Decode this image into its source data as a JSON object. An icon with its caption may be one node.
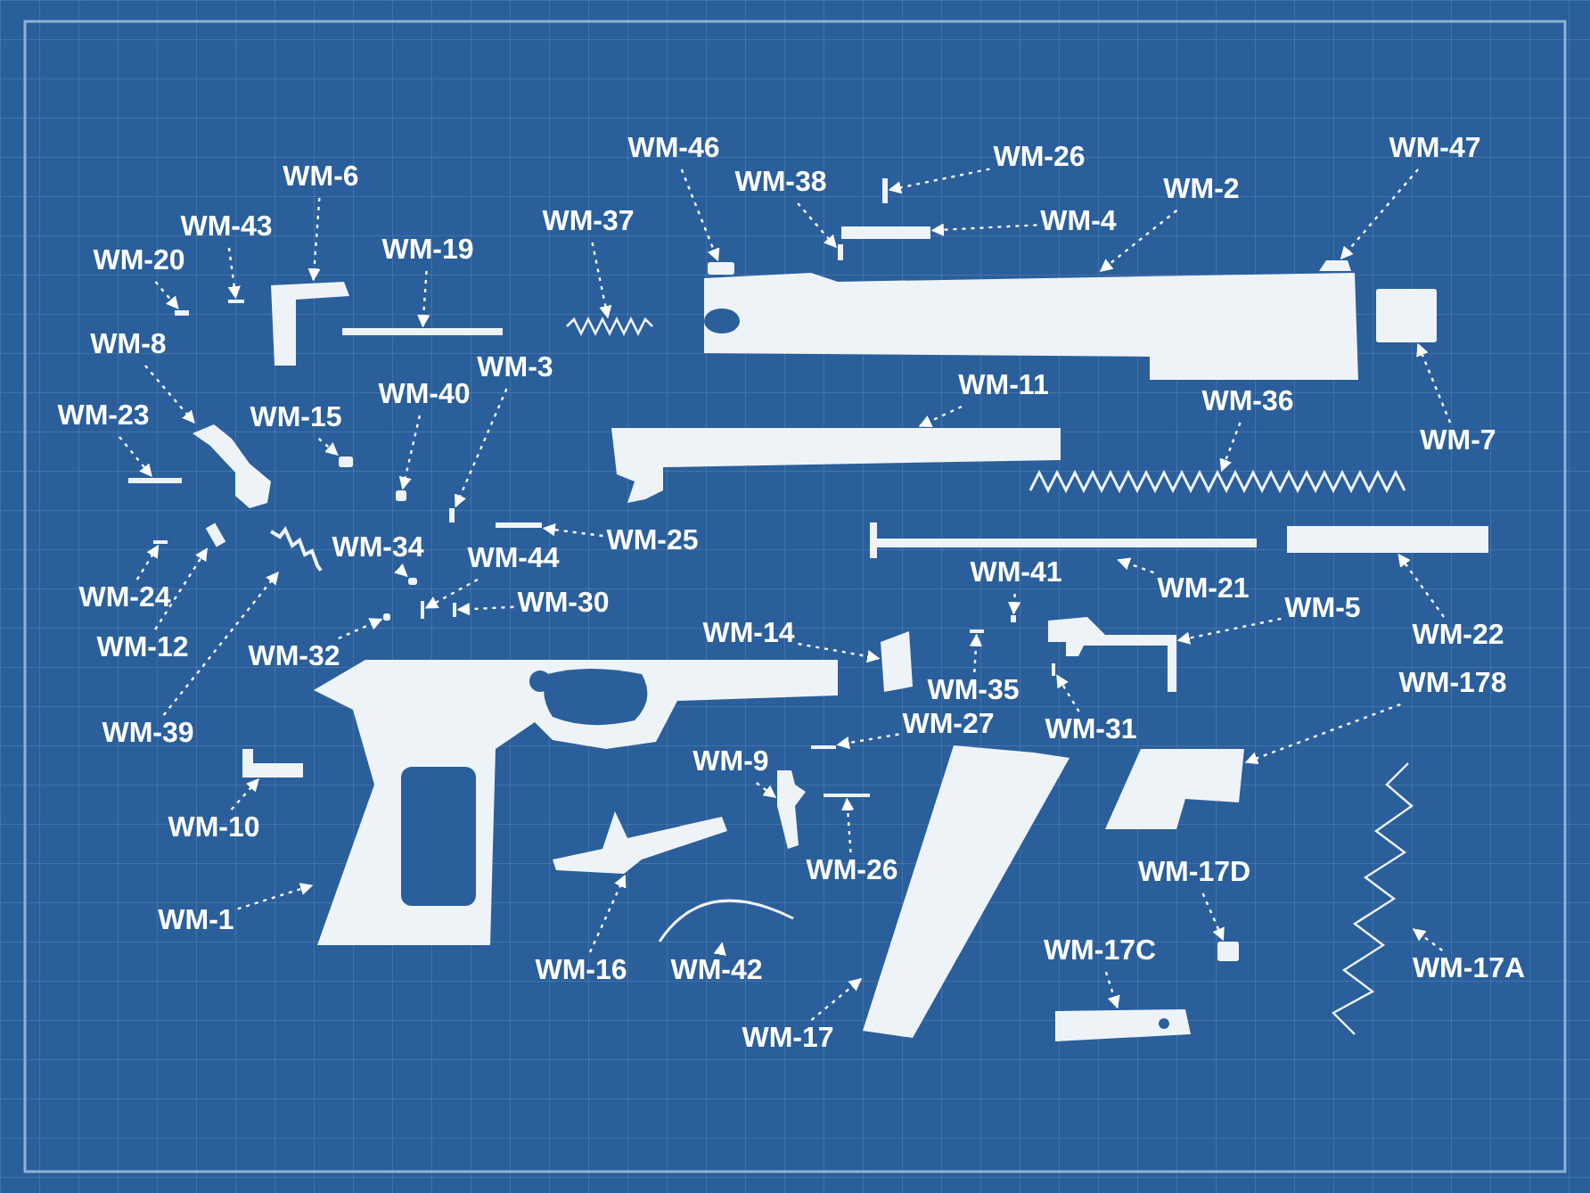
{
  "diagram": {
    "nodes": [
      {
        "text": [
          "WM-46"
        ]
      },
      {
        "text": [
          "WM-26"
        ]
      },
      {
        "text": [
          "WM-38"
        ]
      },
      {
        "text": [
          "WM-4"
        ]
      },
      {
        "text": [
          "WM-2"
        ]
      },
      {
        "text": [
          "WM-47"
        ]
      },
      {
        "text": [
          "WM-6"
        ]
      },
      {
        "text": [
          "WM-43"
        ]
      },
      {
        "text": [
          "WM-20"
        ]
      },
      {
        "text": [
          "WM-19"
        ]
      },
      {
        "text": [
          "WM-37"
        ]
      },
      {
        "text": [
          "WM-8"
        ]
      },
      {
        "text": [
          "WM-23"
        ]
      },
      {
        "text": [
          "WM-15"
        ]
      },
      {
        "text": [
          "WM-40"
        ]
      },
      {
        "text": [
          "WM-3"
        ]
      },
      {
        "text": [
          "WM-11"
        ]
      },
      {
        "text": [
          "WM-36"
        ]
      },
      {
        "text": [
          "WM-7"
        ]
      },
      {
        "text": [
          "WM-25"
        ]
      },
      {
        "text": [
          "WM-24"
        ]
      },
      {
        "text": [
          "WM-12"
        ]
      },
      {
        "text": [
          "WM-39"
        ]
      },
      {
        "text": [
          "WM-34"
        ]
      },
      {
        "text": [
          "WM-44"
        ]
      },
      {
        "text": [
          "WM-30"
        ]
      },
      {
        "text": [
          "WM-32"
        ]
      },
      {
        "text": [
          "WM-21"
        ]
      },
      {
        "text": [
          "WM-41"
        ]
      },
      {
        "text": [
          "WM-5"
        ]
      },
      {
        "text": [
          "WM-22"
        ]
      },
      {
        "text": [
          "WM-14"
        ]
      },
      {
        "text": [
          "WM-35"
        ]
      },
      {
        "text": [
          "WM-31"
        ]
      },
      {
        "text": [
          "WM-27"
        ]
      },
      {
        "text": [
          "WM-178"
        ]
      },
      {
        "text": [
          "WM-9"
        ]
      },
      {
        "text": [
          "WM-10"
        ]
      },
      {
        "text": [
          "WM-26"
        ]
      },
      {
        "text": [
          "WM-1"
        ]
      },
      {
        "text": [
          "WM-17D"
        ]
      },
      {
        "text": [
          "WM-16"
        ]
      },
      {
        "text": [
          "WM-42"
        ]
      },
      {
        "text": [
          "WM-17C"
        ]
      },
      {
        "text": [
          "WM-17A"
        ]
      },
      {
        "text": [
          "WM-17"
        ]
      },
      {
        "text": [],
        "shape": "box"
      },
      {
        "text": [],
        "shape": "bar"
      },
      {
        "text": [],
        "shape": "bar"
      },
      {
        "text": [],
        "shape": "bar"
      },
      {
        "text": [],
        "shape": "picture"
      },
      {
        "text": [],
        "shape": "picture"
      },
      {
        "text": [],
        "shape": "picture"
      },
      {
        "text": [],
        "shape": "bar"
      },
      {
        "text": [],
        "shape": "bar"
      },
      {
        "text": [],
        "shape": "bar"
      },
      {
        "text": [],
        "shape": "picture"
      },
      {
        "text": [],
        "shape": "picture"
      },
      {
        "text": [],
        "shape": "bar"
      },
      {
        "text": [],
        "shape": "box"
      },
      {
        "text": [],
        "shape": "box"
      },
      {
        "text": [],
        "shape": "bar"
      },
      {
        "text": [],
        "shape": "picture"
      },
      {
        "text": [],
        "shape": "picture"
      },
      {
        "text": [],
        "shape": "box"
      },
      {
        "text": [],
        "shape": "bar"
      },
      {
        "text": [],
        "shape": "bar"
      },
      {
        "text": [],
        "shape": "bar"
      },
      {
        "text": [],
        "shape": "picture"
      },
      {
        "text": [],
        "shape": "box"
      },
      {
        "text": [],
        "shape": "bar"
      },
      {
        "text": [],
        "shape": "bar"
      },
      {
        "text": [],
        "shape": "box"
      },
      {
        "text": [],
        "shape": "picture"
      },
      {
        "text": [],
        "shape": "bar"
      },
      {
        "text": [],
        "shape": "picture"
      },
      {
        "text": [],
        "shape": "bar"
      },
      {
        "text": [],
        "shape": "picture"
      },
      {
        "text": [],
        "shape": "bar"
      },
      {
        "text": [],
        "shape": "bar"
      },
      {
        "text": [],
        "shape": "bar"
      },
      {
        "text": [],
        "shape": "picture"
      },
      {
        "text": [],
        "shape": "picture"
      },
      {
        "text": [],
        "shape": "picture"
      },
      {
        "text": [],
        "shape": "bar"
      },
      {
        "text": [],
        "shape": "picture"
      },
      {
        "text": [],
        "shape": "box"
      },
      {
        "text": [],
        "shape": "picture"
      },
      {
        "text": [],
        "shape": "picture"
      },
      {
        "text": [],
        "shape": "picture"
      },
      {
        "text": [],
        "shape": "picture"
      },
      {
        "text": [],
        "shape": "picture"
      }
    ],
    "edges": [
      {
        "from": 0,
        "to": 46,
        "arrow": "to"
      },
      {
        "from": 1,
        "to": 47,
        "arrow": "to"
      },
      {
        "from": 2,
        "to": 48,
        "arrow": "to"
      },
      {
        "from": 3,
        "to": 49,
        "arrow": "to"
      },
      {
        "from": 4,
        "to": 50,
        "arrow": "to"
      },
      {
        "from": 5,
        "to": 51,
        "arrow": "to"
      },
      {
        "from": 6,
        "to": 52,
        "arrow": "to"
      },
      {
        "from": 7,
        "to": 53,
        "arrow": "to"
      },
      {
        "from": 8,
        "to": 54,
        "arrow": "to"
      },
      {
        "from": 9,
        "to": 55,
        "arrow": "to"
      },
      {
        "from": 10,
        "to": 56,
        "arrow": "to"
      },
      {
        "from": 11,
        "to": 57,
        "arrow": "to"
      },
      {
        "from": 12,
        "to": 58,
        "arrow": "to"
      },
      {
        "from": 13,
        "to": 59,
        "arrow": "to"
      },
      {
        "from": 14,
        "to": 60,
        "arrow": "to"
      },
      {
        "from": 15,
        "to": 61,
        "arrow": "to"
      },
      {
        "from": 16,
        "to": 62,
        "arrow": "to"
      },
      {
        "from": 17,
        "to": 63,
        "arrow": "to"
      },
      {
        "from": 18,
        "to": 64,
        "arrow": "to"
      },
      {
        "from": 19,
        "to": 65,
        "arrow": "to"
      },
      {
        "from": 20,
        "to": 66,
        "arrow": "to"
      },
      {
        "from": 21,
        "to": 67,
        "arrow": "to"
      },
      {
        "from": 22,
        "to": 68,
        "arrow": "to"
      },
      {
        "from": 23,
        "to": 69,
        "arrow": "to"
      },
      {
        "from": 24,
        "to": 70,
        "arrow": "to"
      },
      {
        "from": 25,
        "to": 71,
        "arrow": "to"
      },
      {
        "from": 26,
        "to": 72,
        "arrow": "to"
      },
      {
        "from": 27,
        "to": 73,
        "arrow": "to"
      },
      {
        "from": 28,
        "to": 74,
        "arrow": "to"
      },
      {
        "from": 29,
        "to": 75,
        "arrow": "to"
      },
      {
        "from": 30,
        "to": 76,
        "arrow": "to"
      },
      {
        "from": 31,
        "to": 77,
        "arrow": "to"
      },
      {
        "from": 32,
        "to": 78,
        "arrow": "to"
      },
      {
        "from": 33,
        "to": 79,
        "arrow": "to"
      },
      {
        "from": 34,
        "to": 80,
        "arrow": "to"
      },
      {
        "from": 35,
        "to": 81,
        "arrow": "to"
      },
      {
        "from": 36,
        "to": 82,
        "arrow": "to"
      },
      {
        "from": 37,
        "to": 83,
        "arrow": "to"
      },
      {
        "from": 38,
        "to": 84,
        "arrow": "to"
      },
      {
        "from": 39,
        "to": 85,
        "arrow": "to"
      },
      {
        "from": 40,
        "to": 86,
        "arrow": "to"
      },
      {
        "from": 41,
        "to": 87,
        "arrow": "to"
      },
      {
        "from": 42,
        "to": 88,
        "arrow": "to"
      },
      {
        "from": 43,
        "to": 89,
        "arrow": "to"
      },
      {
        "from": 44,
        "to": 90,
        "arrow": "to"
      },
      {
        "from": 45,
        "to": 91,
        "arrow": "to"
      }
    ]
  }
}
